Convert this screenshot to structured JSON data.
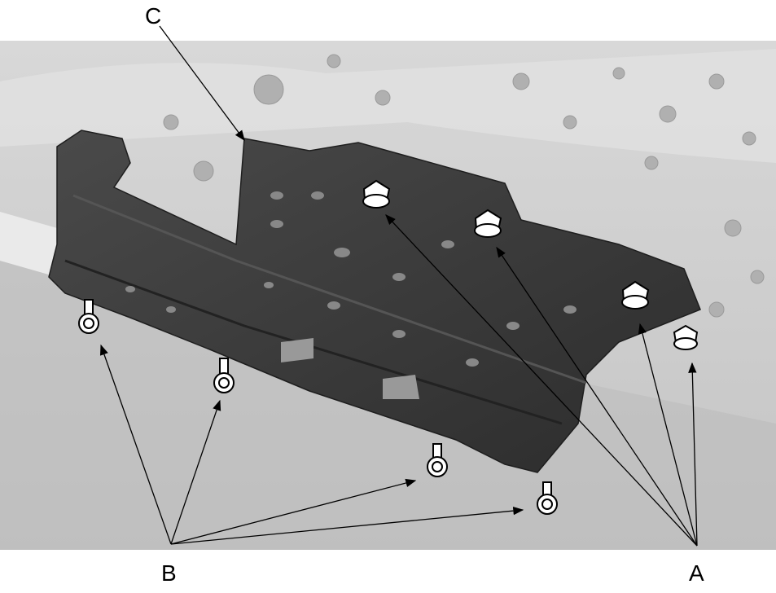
{
  "diagram": {
    "labels": {
      "a": "A",
      "b": "B",
      "c": "C"
    },
    "colors": {
      "background_scene": "#cfcfcf",
      "shield": "#3a3a3a",
      "leader_line": "#000000"
    }
  }
}
